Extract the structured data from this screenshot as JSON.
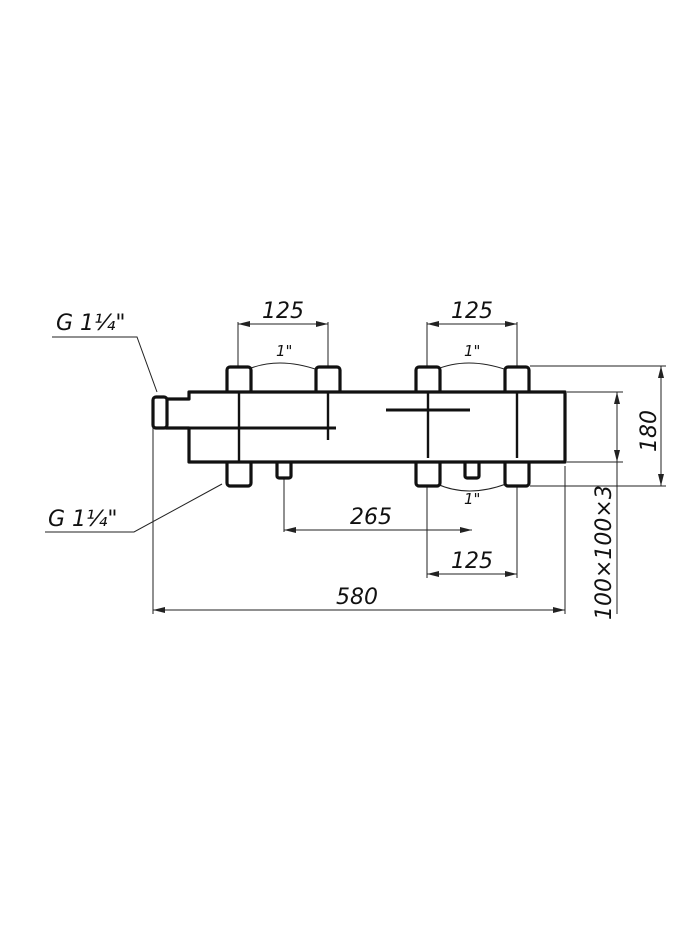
{
  "dimensions": {
    "top_left_spacing": "125",
    "top_right_spacing": "125",
    "bottom_right_spacing": "125",
    "drain_spacing": "265",
    "overall_length": "580",
    "height": "180",
    "profile": "100×100×3"
  },
  "threads": {
    "inlet_top": "G 1¼\"",
    "inlet_bottom": "G 1¼\"",
    "port_top_left": "1\"",
    "port_top_right": "1\"",
    "port_bottom_right": "1\""
  },
  "colors": {
    "line": "#111111",
    "background": "#ffffff"
  }
}
